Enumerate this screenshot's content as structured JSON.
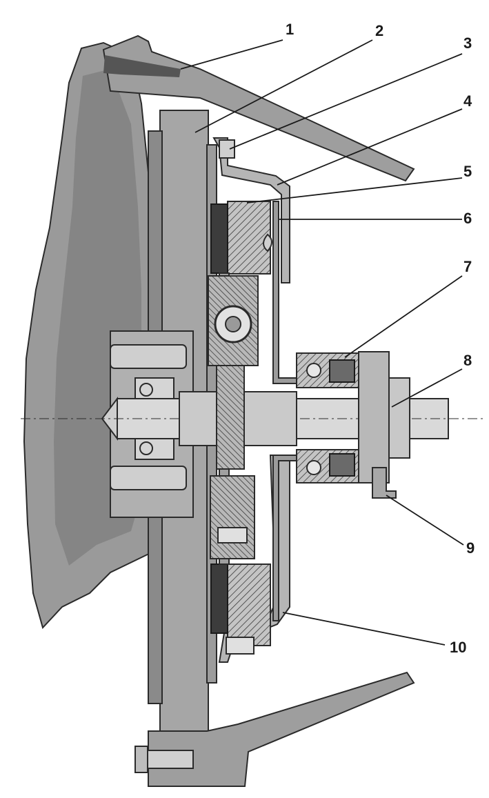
{
  "colors": {
    "paper": "#ffffff",
    "ink": "#1a1a1a",
    "cast_body": "#8f8f8f",
    "cast_dark": "#6e6e6e",
    "section": "#bdbdbd",
    "hatch": "#3a3a3a"
  },
  "callouts": [
    "1",
    "2",
    "3",
    "4",
    "5",
    "6",
    "7",
    "8",
    "9",
    "10"
  ]
}
